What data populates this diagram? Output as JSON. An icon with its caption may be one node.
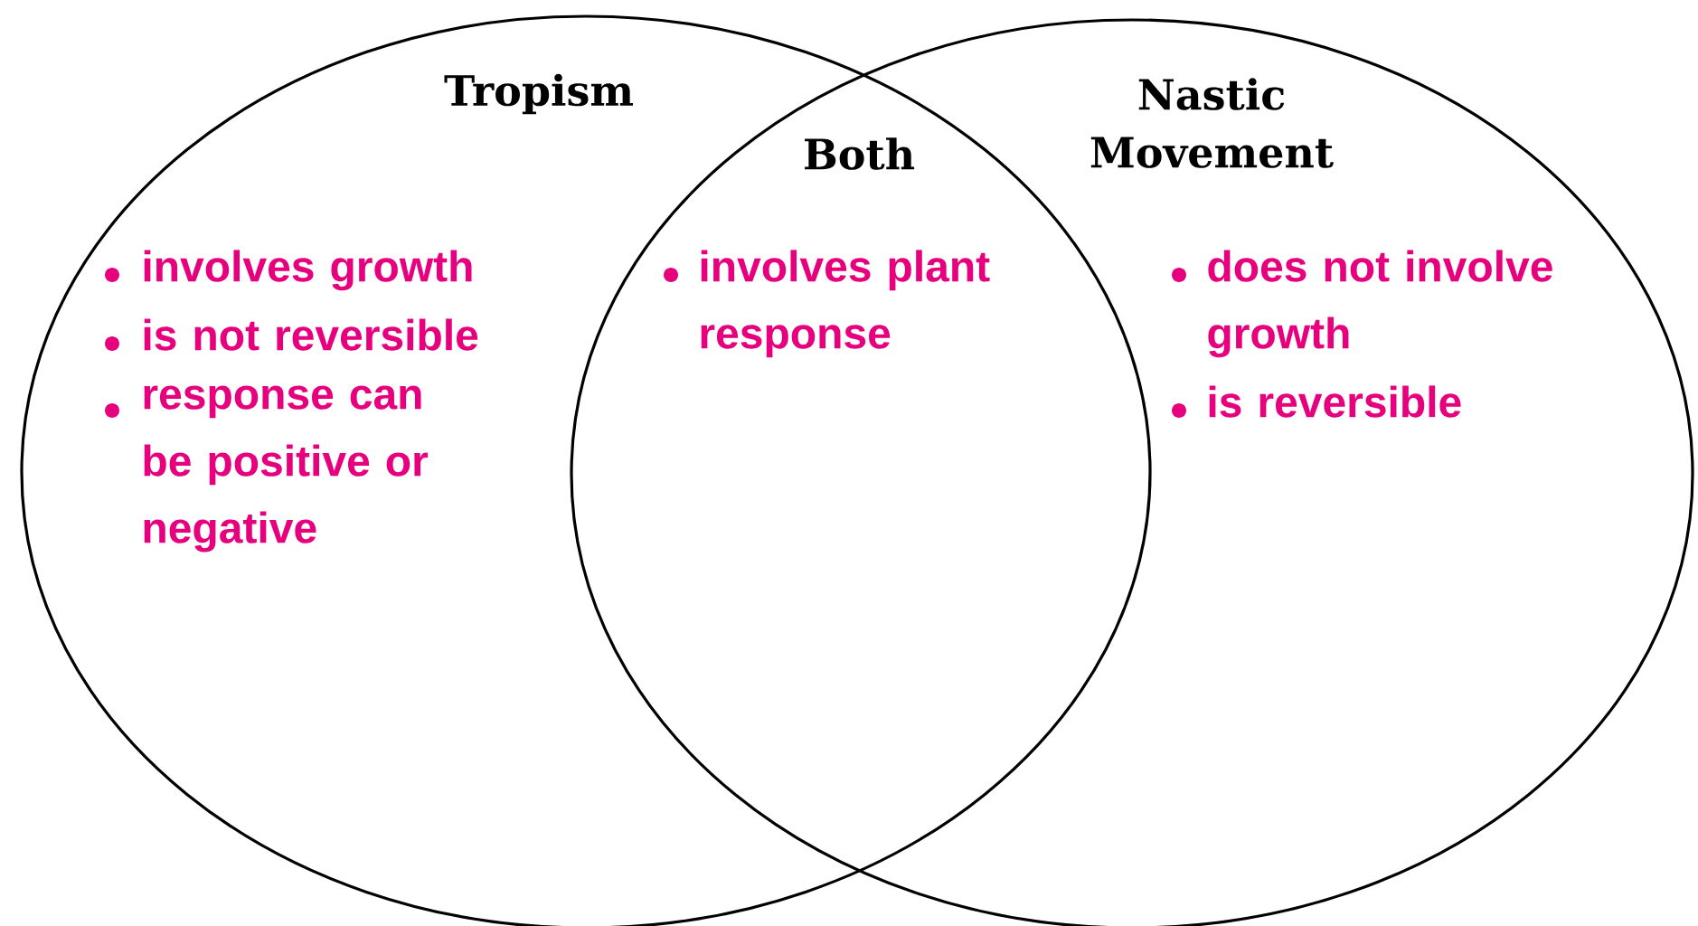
{
  "diagram": {
    "nodes": [
      {
        "text": [
          "Tropism",
          "involves growth",
          "is not reversible",
          "response can be positive or negative"
        ]
      },
      {
        "text": [
          "Nastic Movement",
          "does not involve growth",
          "is reversible"
        ]
      }
    ],
    "labels": [
      "Both",
      "involves plant response"
    ]
  }
}
